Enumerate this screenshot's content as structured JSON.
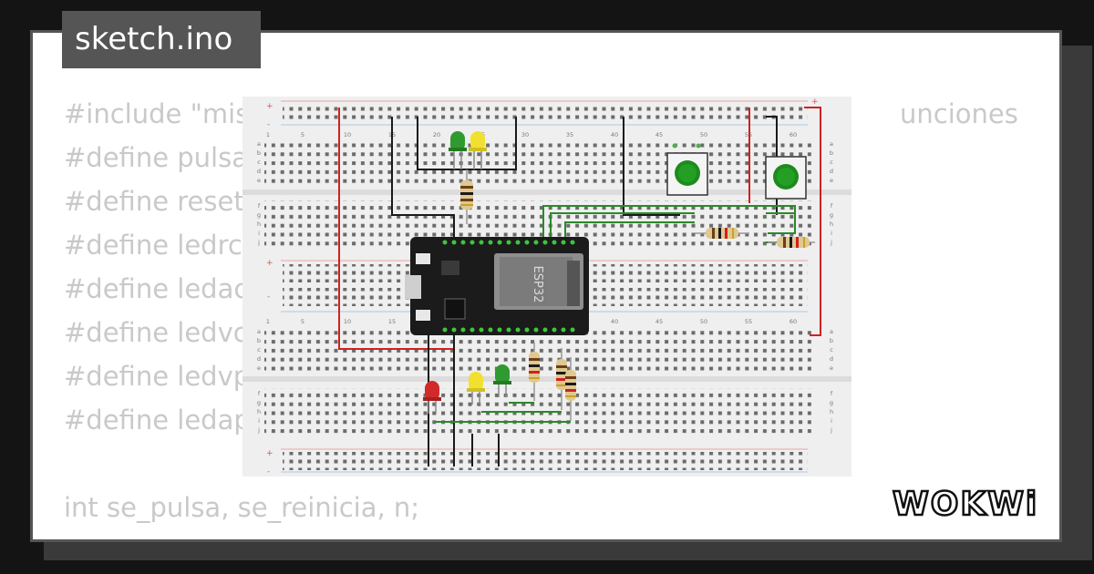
{
  "tab": {
    "filename": "sketch.ino"
  },
  "code_lines": [
    "#include \"mis",
    "#define pulsa",
    "#define reset",
    "#define ledrc",
    "#define ledac",
    "#define ledvc",
    "#define ledvp",
    "#define ledap",
    "",
    "int se_pulsa, se_reinicia, n;"
  ],
  "code_right_fragment": "unciones",
  "board": {
    "chip_label": "ESP32",
    "column_numbers": [
      "1",
      "5",
      "10",
      "15",
      "20",
      "25",
      "30",
      "35",
      "40",
      "45",
      "50",
      "55",
      "60"
    ],
    "row_letters_top": [
      "a",
      "b",
      "c",
      "d",
      "e"
    ],
    "row_letters_bottom": [
      "f",
      "g",
      "h",
      "i",
      "j"
    ],
    "rail_plus": "+",
    "rail_minus": "-"
  },
  "brand": {
    "logo_text": "WOKWi"
  },
  "colors": {
    "background": "#141414",
    "card": "#ffffff",
    "tab": "#555555",
    "code": "#c9c9c9"
  }
}
